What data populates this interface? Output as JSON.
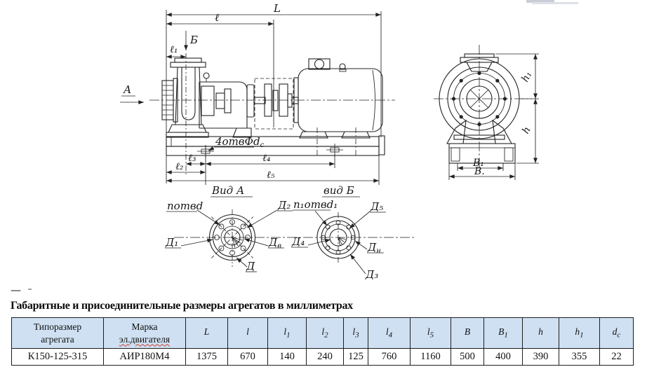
{
  "figure": {
    "dimension_labels": {
      "L": "L",
      "l": "ℓ",
      "l1": "ℓ₁",
      "l2": "ℓ₂",
      "l3": "ℓ₃",
      "l4": "ℓ₄",
      "l5": "ℓ₅",
      "h": "h",
      "h1": "h₁",
      "B": "В.",
      "B1": "В₁"
    },
    "view_markers": {
      "A": "А",
      "B": "Б"
    },
    "view_titles": {
      "vidA": "Вид А",
      "vidB": "вид Б"
    },
    "callouts": {
      "base_holes_main": "4отвФd",
      "base_holes_sub": "c",
      "flangeA_holes": "nотвd",
      "flangeB_holes": "n₁отвd₁",
      "D": "Д",
      "D1": "Д₁",
      "D2": "Д₂",
      "D3": "Д₃",
      "D4": "Д₄",
      "D5": "Д₅",
      "Dv_main": "Д",
      "Dv_sub": "в",
      "Dn_main": "Д",
      "Dn_sub": "н"
    },
    "page_fragment": "—"
  },
  "section_title": "Габаритные и присоединительные размеры агрегатов в миллиметрах",
  "table": {
    "headers": [
      {
        "line1": "Типоразмер",
        "line2": "агрегата"
      },
      {
        "line1": "Марка",
        "line2": "эл.двигателя"
      },
      {
        "main": "L",
        "sub": ""
      },
      {
        "main": "l",
        "sub": ""
      },
      {
        "main": "l",
        "sub": "1"
      },
      {
        "main": "l",
        "sub": "2"
      },
      {
        "main": "l",
        "sub": "3"
      },
      {
        "main": "l",
        "sub": "4"
      },
      {
        "main": "l",
        "sub": "5"
      },
      {
        "main": "B",
        "sub": ""
      },
      {
        "main": "B",
        "sub": "1"
      },
      {
        "main": "h",
        "sub": ""
      },
      {
        "main": "h",
        "sub": "1"
      },
      {
        "main": "d",
        "sub": "c"
      }
    ],
    "rows": [
      [
        "К150-125-315",
        "АИР180М4",
        "1375",
        "670",
        "140",
        "240",
        "125",
        "760",
        "1160",
        "500",
        "400",
        "390",
        "355",
        "22"
      ]
    ]
  },
  "colors": {
    "table_header_bg": "#cfe0f2",
    "line": "#232323",
    "spellcheck_underline": "#d03a2e"
  }
}
